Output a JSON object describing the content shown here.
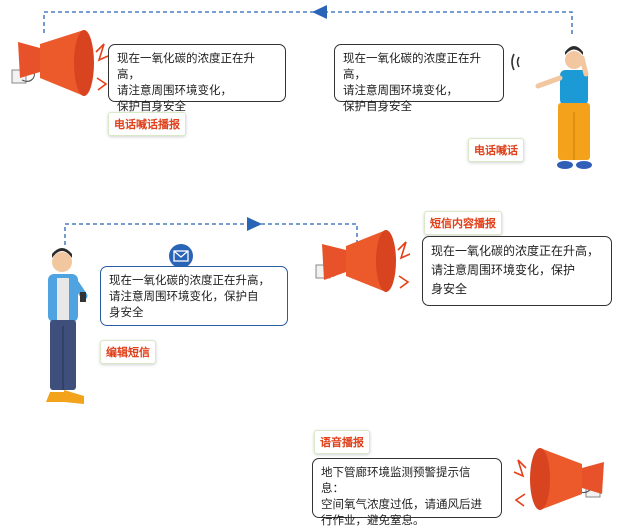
{
  "flow1": {
    "speaker_message": [
      "现在一氧化碳的浓度正在升高，",
      "请注意周围环境变化，",
      "保护自身安全"
    ],
    "speaker_tag": "电话喊话播报",
    "caller_message": [
      "现在一氧化碳的浓度正在升高，",
      "请注意周围环境变化，",
      "保护自身安全"
    ],
    "caller_tag": "电话喊话"
  },
  "flow2": {
    "sms_message": [
      "现在一氧化碳的浓度正在升高，",
      "请注意周围环境变化，保护自",
      "身安全"
    ],
    "sms_tag": "编辑短信",
    "speaker_tag": "短信内容播报",
    "speaker_message": [
      "现在一氧化碳的浓度正在升高，",
      "请注意周围环境变化，保护",
      "身安全"
    ]
  },
  "flow3": {
    "tag": "语音播报",
    "message": [
      "地下管廊环境监测预警提示信息：",
      "空间氧气浓度过低，请通风后进",
      "行作业，避免窒息。"
    ]
  },
  "colors": {
    "accent_blue": "#2a64b7",
    "horn_red": "#ec4f24",
    "tag_text": "#e0401a"
  }
}
